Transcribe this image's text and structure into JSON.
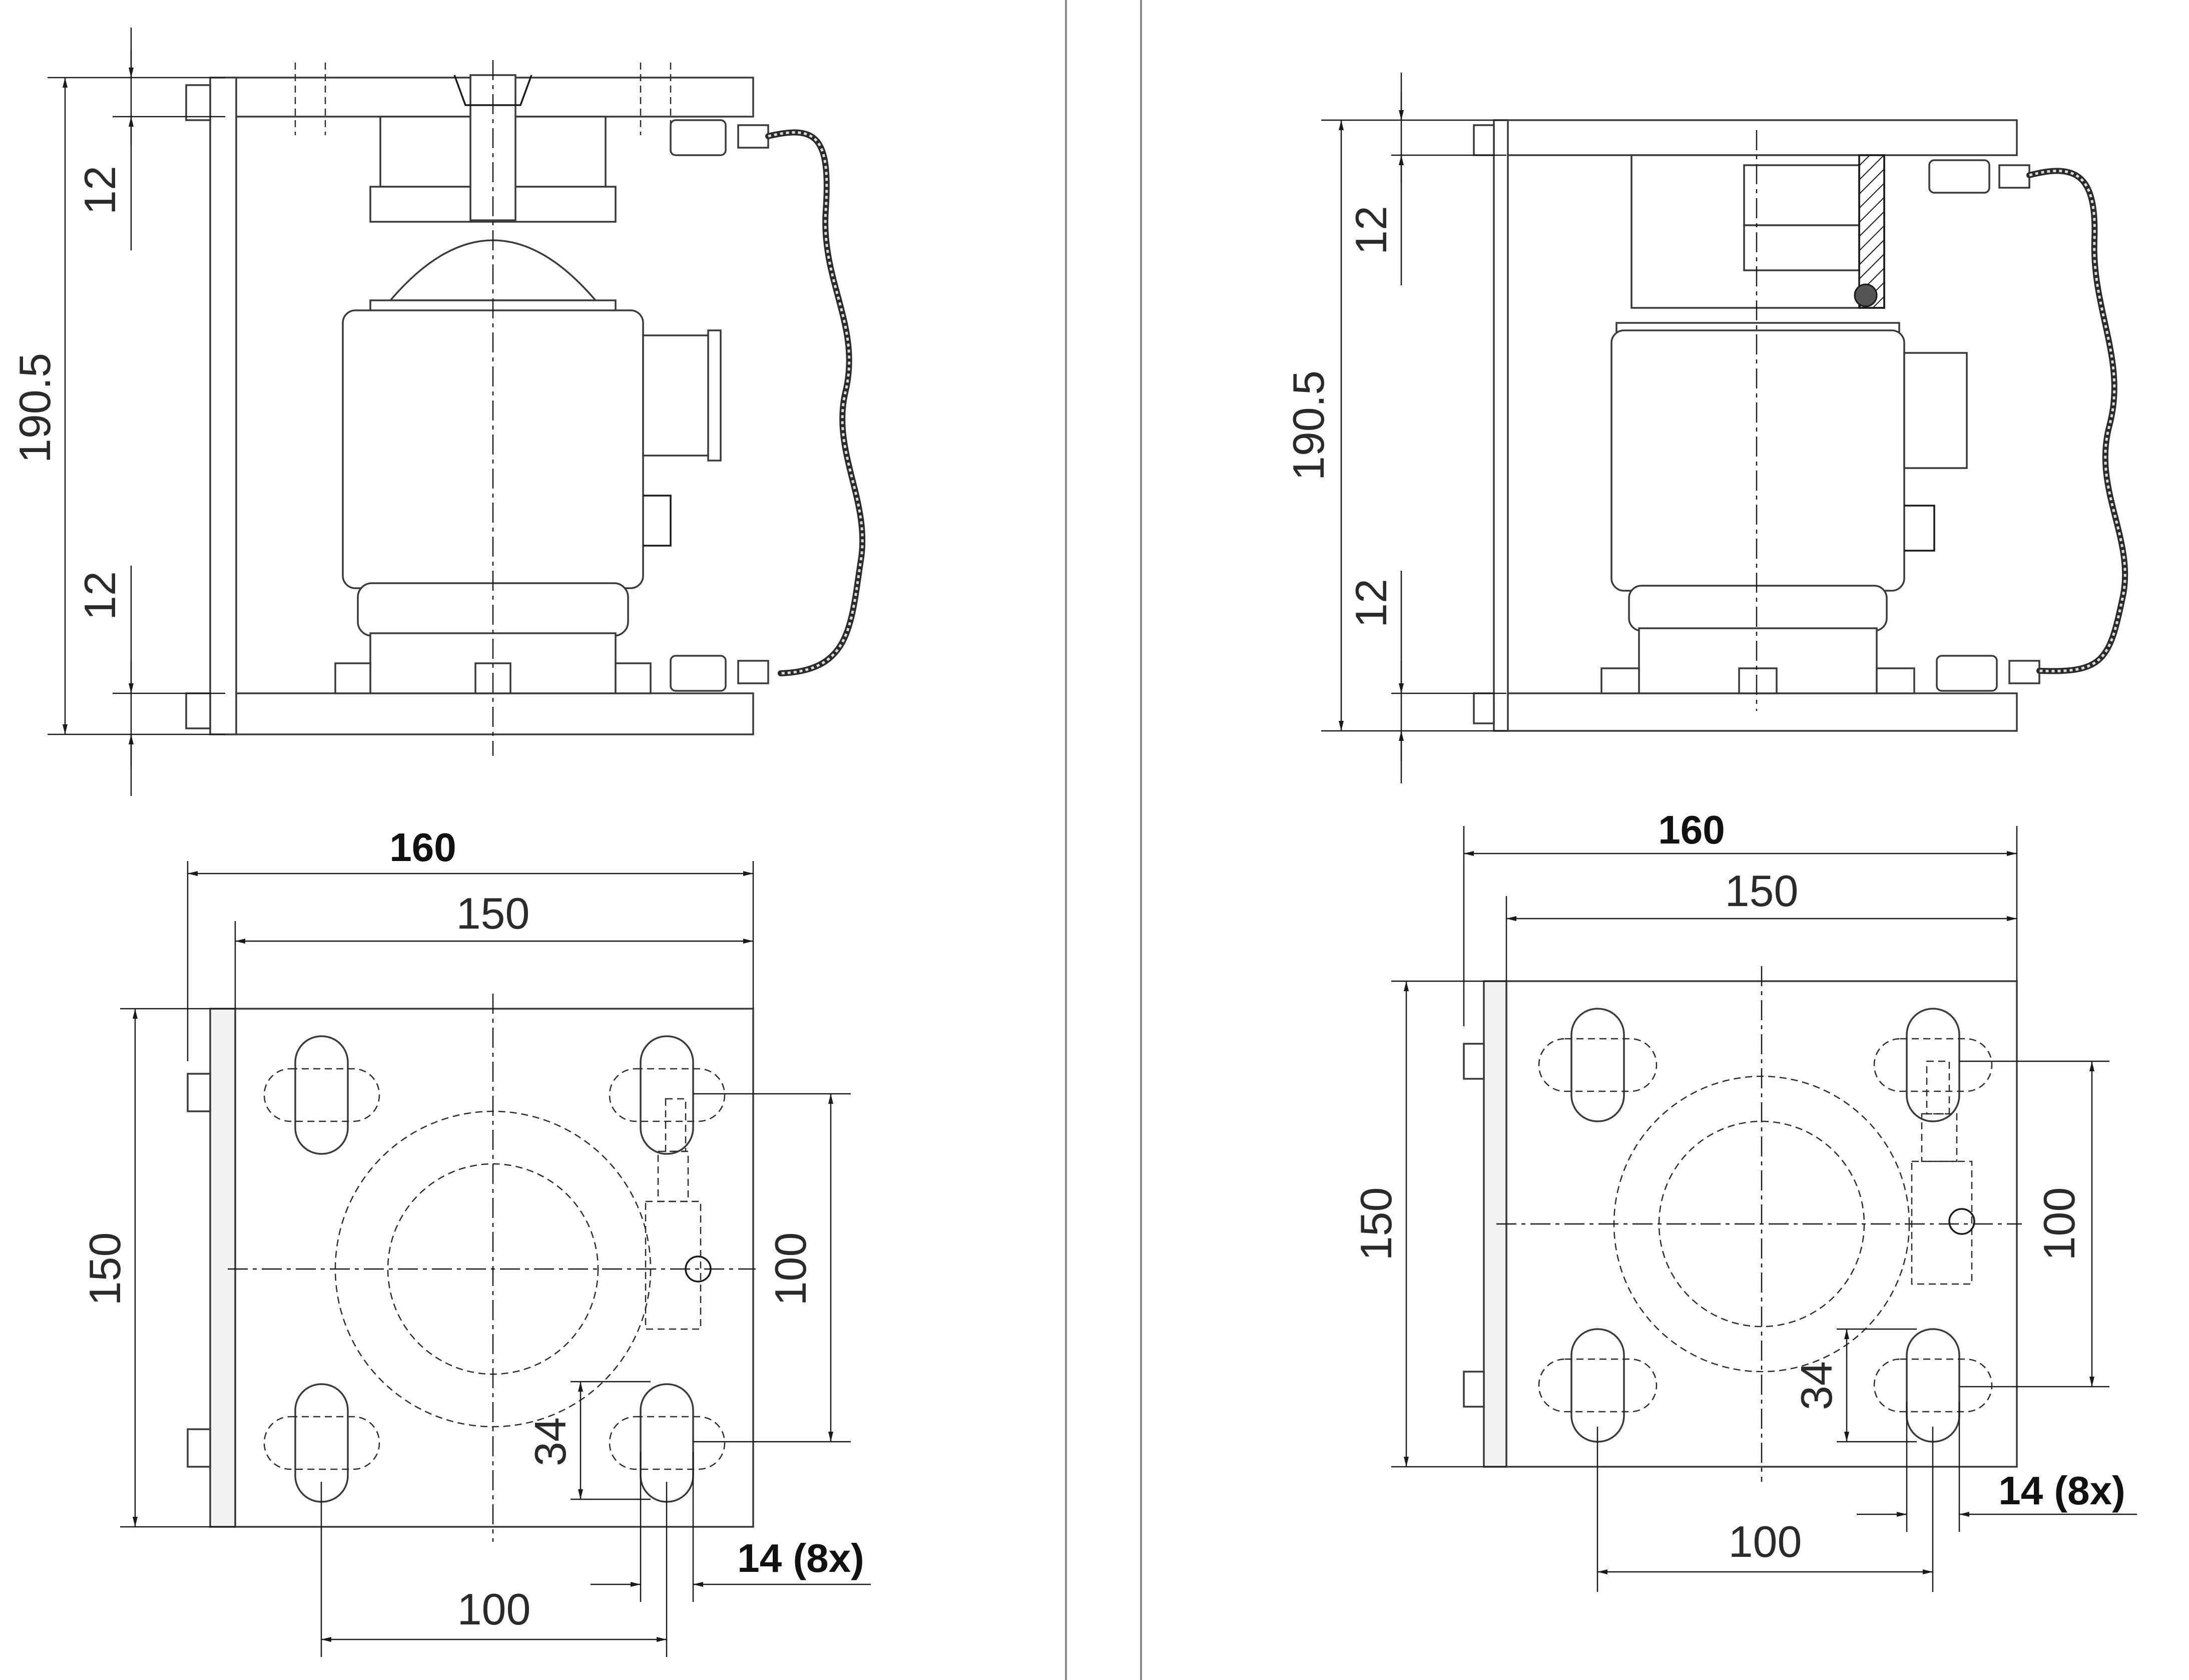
{
  "left": {
    "side_view": {
      "dim_total": "190.5",
      "dim_top_plate": "12",
      "dim_bottom_plate": "12"
    },
    "plan_view": {
      "dim_width_outer": "160",
      "dim_width_inner": "150",
      "dim_height": "150",
      "dim_hole_pitch_v": "100",
      "dim_hole_pitch_h": "100",
      "dim_offset": "34",
      "dim_slot": "14 (8x)"
    }
  },
  "right": {
    "side_view": {
      "dim_total": "190.5",
      "dim_top_plate": "12",
      "dim_bottom_plate": "12"
    },
    "plan_view": {
      "dim_width_outer": "160",
      "dim_width_inner": "150",
      "dim_height": "150",
      "dim_hole_pitch_v": "100",
      "dim_hole_pitch_h": "100",
      "dim_offset": "34",
      "dim_slot": "14 (8x)"
    }
  }
}
